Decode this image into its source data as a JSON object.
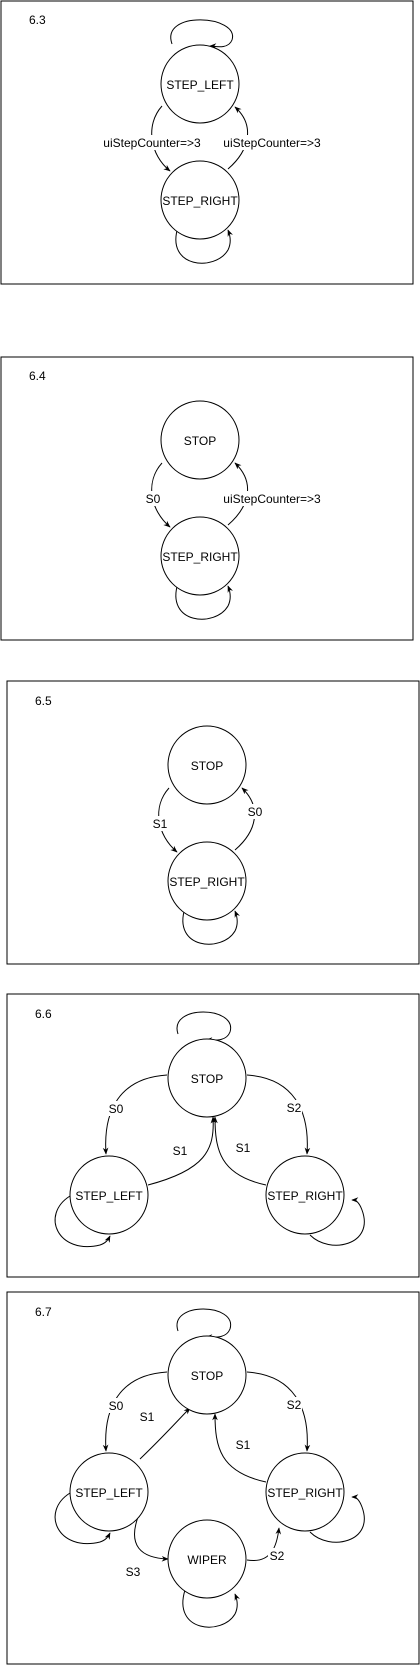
{
  "diagrams": [
    {
      "title": "6.3",
      "states": {
        "a": "STEP_LEFT",
        "b": "STEP_RIGHT"
      },
      "labels": {
        "a_to_b": "uiStepCounter=>3",
        "b_to_a": "uiStepCounter=>3"
      }
    },
    {
      "title": "6.4",
      "states": {
        "a": "STOP",
        "b": "STEP_RIGHT"
      },
      "labels": {
        "a_to_b": "S0",
        "b_to_a": "uiStepCounter=>3"
      }
    },
    {
      "title": "6.5",
      "states": {
        "a": "STOP",
        "b": "STEP_RIGHT"
      },
      "labels": {
        "a_to_b": "S1",
        "b_to_a": "S0"
      }
    },
    {
      "title": "6.6",
      "states": {
        "stop": "STOP",
        "left": "STEP_LEFT",
        "right": "STEP_RIGHT"
      },
      "labels": {
        "stop_to_left": "S0",
        "left_to_stop": "S1",
        "stop_to_right": "S2",
        "right_to_stop": "S1"
      }
    },
    {
      "title": "6.7",
      "states": {
        "stop": "STOP",
        "left": "STEP_LEFT",
        "right": "STEP_RIGHT",
        "wiper": "WIPER"
      },
      "labels": {
        "stop_to_left": "S0",
        "left_to_stop": "S1",
        "stop_to_right": "S2",
        "right_to_stop": "S1",
        "left_to_wiper": "S3",
        "wiper_to_right": "S2"
      }
    }
  ]
}
